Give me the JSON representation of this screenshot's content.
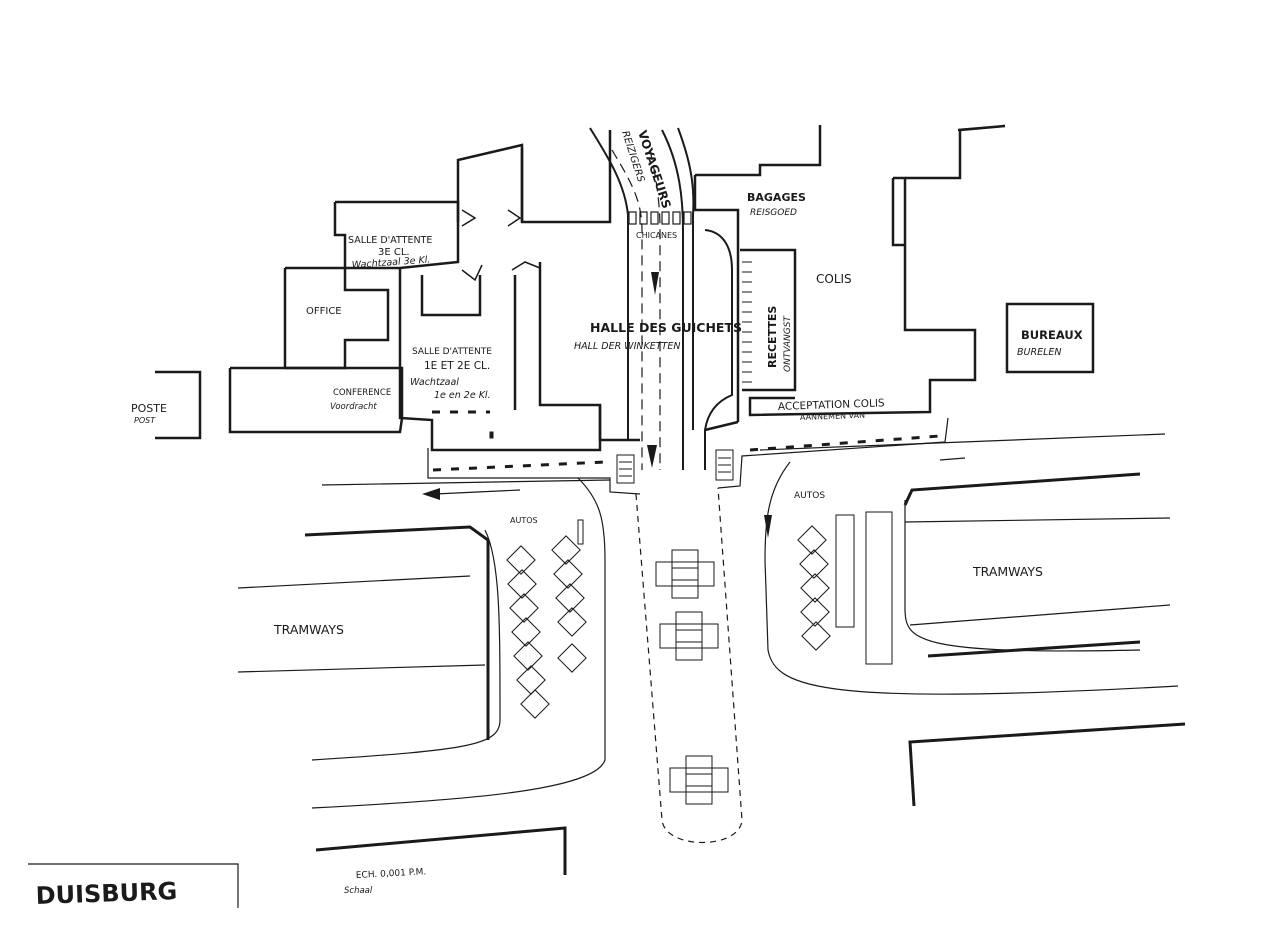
{
  "labels": {
    "voyageurs": "VOYAGEURS",
    "reizigers": "REIZIGERS",
    "bagages": "BAGAGES",
    "reisgoed": "REISGOED",
    "colis": "COLIS",
    "chicanes": "CHICANES",
    "salle3_l1": "SALLE D'ATTENTE",
    "salle3_l2": "3E CL.",
    "salle3_nl": "Wachtzaal 3e Kl.",
    "office": "OFFICE",
    "salle12_l1": "SALLE D'ATTENTE",
    "salle12_l2": "1E ET 2E CL.",
    "salle12_nl1": "Wachtzaal",
    "salle12_nl2": "1e en 2e Kl.",
    "halle": "HALLE DES GUICHETS",
    "hall_nl": "HALL DER WINKETTEN",
    "recettes": "RECETTES",
    "ontvangst": "ONTVANGST",
    "bureaux": "BUREAUX",
    "burelen": "BURELEN",
    "poste": "POSTE",
    "post": "POST",
    "conference": "CONFERENCE",
    "voordracht": "Voordracht",
    "acceptation": "ACCEPTATION COLIS",
    "annemen": "AANNEMEN VAN",
    "autos_left": "AUTOS",
    "autos_right": "AUTOS",
    "tram_left": "TRAMWAYS",
    "tram_right": "TRAMWAYS",
    "scale": "ECH. 0,001 P.M.",
    "schaal": "Schaal",
    "city": "DUISBURG"
  }
}
